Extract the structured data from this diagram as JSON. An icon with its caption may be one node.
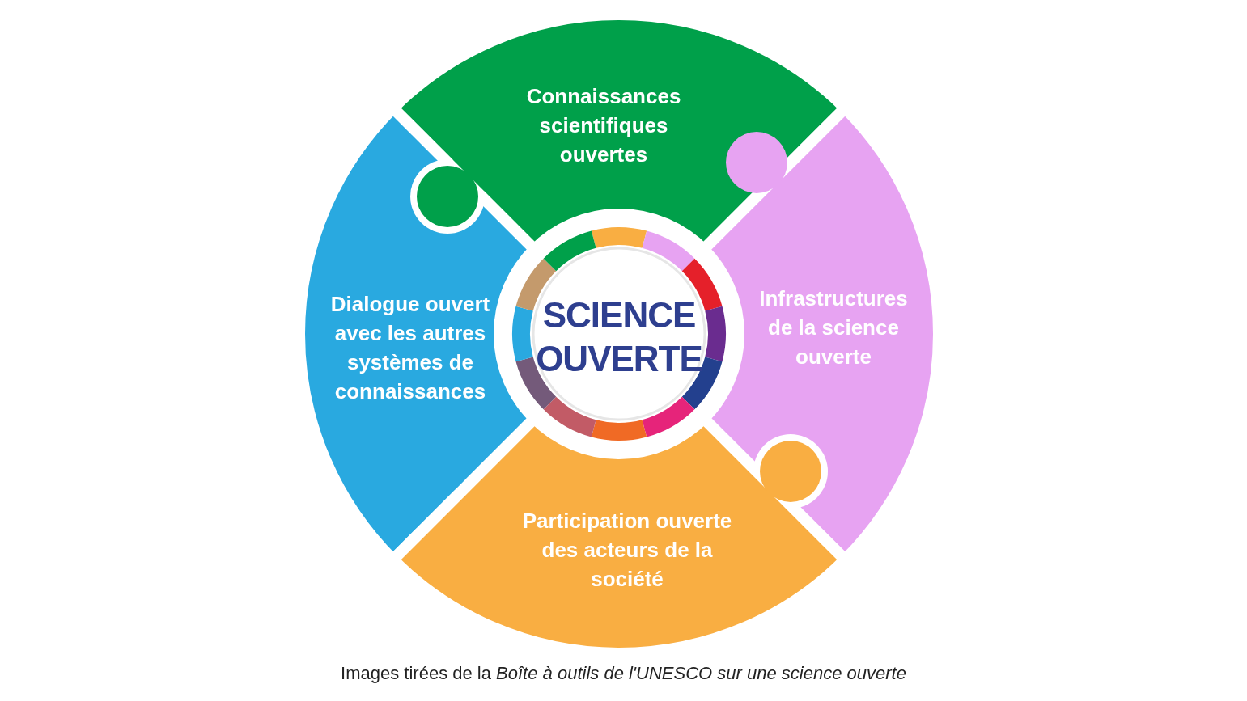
{
  "diagram": {
    "nodes": [
      {
        "text": [
          "Connaissances scientifiques ouvertes"
        ]
      },
      {
        "text": [
          "Dialogue ouvert avec les autres systèmes de connaissances"
        ]
      },
      {
        "text": [
          "SCIENCE OUVERTE"
        ]
      },
      {
        "text": [
          "Infrastructures de la science ouverte"
        ]
      },
      {
        "text": [
          "Participation ouverte des acteurs de la société"
        ]
      }
    ],
    "edges": [],
    "caption": "Images tirées de la *Boîte à outils de l'UNESCO sur une science ouverte*"
  }
}
